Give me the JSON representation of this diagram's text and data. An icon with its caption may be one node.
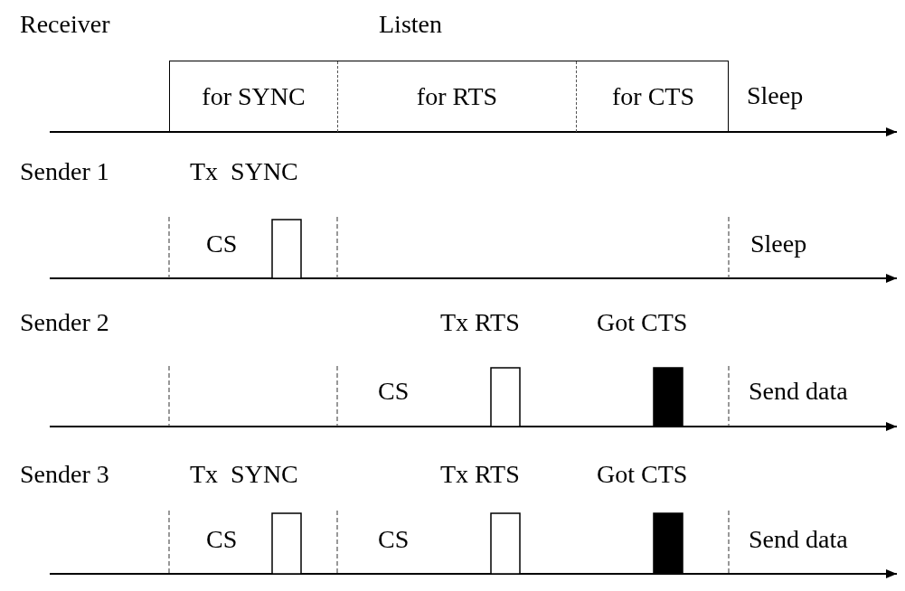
{
  "diagram": {
    "nodes": [
      {
        "text": [
          "Listen"
        ]
      },
      {
        "text": [
          "for SYNC"
        ],
        "in": 0
      },
      {
        "text": [
          "for RTS"
        ],
        "in": 0
      },
      {
        "text": [
          "for CTS"
        ],
        "in": 0
      }
    ],
    "edges": [],
    "labels": [
      "Receiver",
      "Sleep",
      "Sender 1",
      "Tx  SYNC",
      "CS",
      "Sleep",
      "Sender 2",
      "Tx RTS",
      "Got CTS",
      "CS",
      "Send data",
      "Sender 3",
      "Tx  SYNC",
      "Tx RTS",
      "Got CTS",
      "CS",
      "CS",
      "Send data"
    ]
  }
}
